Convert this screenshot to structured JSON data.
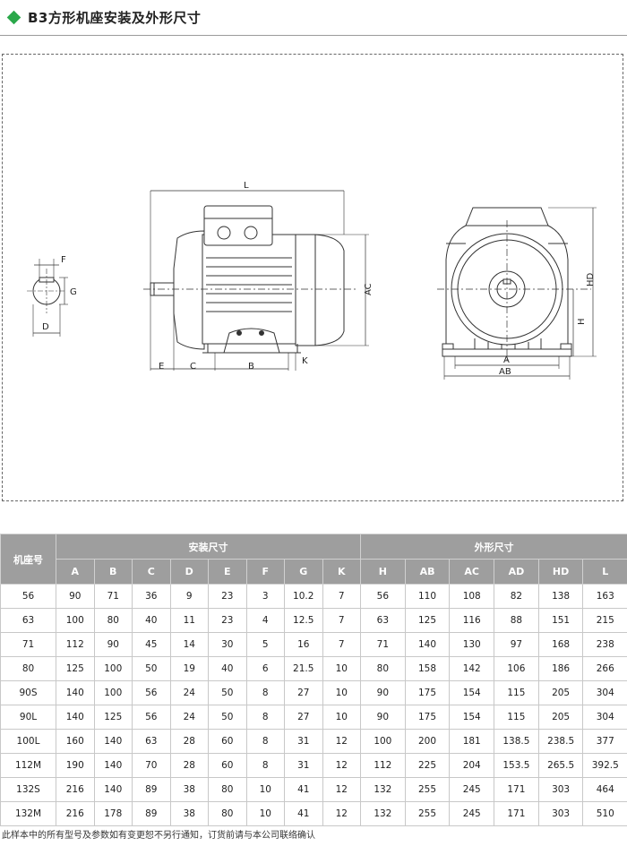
{
  "title": "B3方形机座安装及外形尺寸",
  "accent_color": "#2aa84a",
  "header_bg": "#9e9e9e",
  "icons": {
    "title_marker": "green-diamond-icon"
  },
  "drawing": {
    "labels": {
      "L": "L",
      "AC": "AC",
      "E": "E",
      "C": "C",
      "B": "B",
      "K": "K",
      "F": "F",
      "G": "G",
      "D": "D",
      "A": "A",
      "AB": "AB",
      "H": "H",
      "HD": "HD"
    }
  },
  "table": {
    "row_header": "机座号",
    "group_install": "安装尺寸",
    "group_outline": "外形尺寸",
    "columns": [
      "A",
      "B",
      "C",
      "D",
      "E",
      "F",
      "G",
      "K",
      "H",
      "AB",
      "AC",
      "AD",
      "HD",
      "L"
    ],
    "rows": [
      [
        "56",
        "90",
        "71",
        "36",
        "9",
        "23",
        "3",
        "10.2",
        "7",
        "56",
        "110",
        "108",
        "82",
        "138",
        "163"
      ],
      [
        "63",
        "100",
        "80",
        "40",
        "11",
        "23",
        "4",
        "12.5",
        "7",
        "63",
        "125",
        "116",
        "88",
        "151",
        "215"
      ],
      [
        "71",
        "112",
        "90",
        "45",
        "14",
        "30",
        "5",
        "16",
        "7",
        "71",
        "140",
        "130",
        "97",
        "168",
        "238"
      ],
      [
        "80",
        "125",
        "100",
        "50",
        "19",
        "40",
        "6",
        "21.5",
        "10",
        "80",
        "158",
        "142",
        "106",
        "186",
        "266"
      ],
      [
        "90S",
        "140",
        "100",
        "56",
        "24",
        "50",
        "8",
        "27",
        "10",
        "90",
        "175",
        "154",
        "115",
        "205",
        "304"
      ],
      [
        "90L",
        "140",
        "125",
        "56",
        "24",
        "50",
        "8",
        "27",
        "10",
        "90",
        "175",
        "154",
        "115",
        "205",
        "304"
      ],
      [
        "100L",
        "160",
        "140",
        "63",
        "28",
        "60",
        "8",
        "31",
        "12",
        "100",
        "200",
        "181",
        "138.5",
        "238.5",
        "377"
      ],
      [
        "112M",
        "190",
        "140",
        "70",
        "28",
        "60",
        "8",
        "31",
        "12",
        "112",
        "225",
        "204",
        "153.5",
        "265.5",
        "392.5"
      ],
      [
        "132S",
        "216",
        "140",
        "89",
        "38",
        "80",
        "10",
        "41",
        "12",
        "132",
        "255",
        "245",
        "171",
        "303",
        "464"
      ],
      [
        "132M",
        "216",
        "178",
        "89",
        "38",
        "80",
        "10",
        "41",
        "12",
        "132",
        "255",
        "245",
        "171",
        "303",
        "510"
      ]
    ]
  },
  "footnote": "此样本中的所有型号及参数如有变更恕不另行通知，订货前请与本公司联络确认"
}
